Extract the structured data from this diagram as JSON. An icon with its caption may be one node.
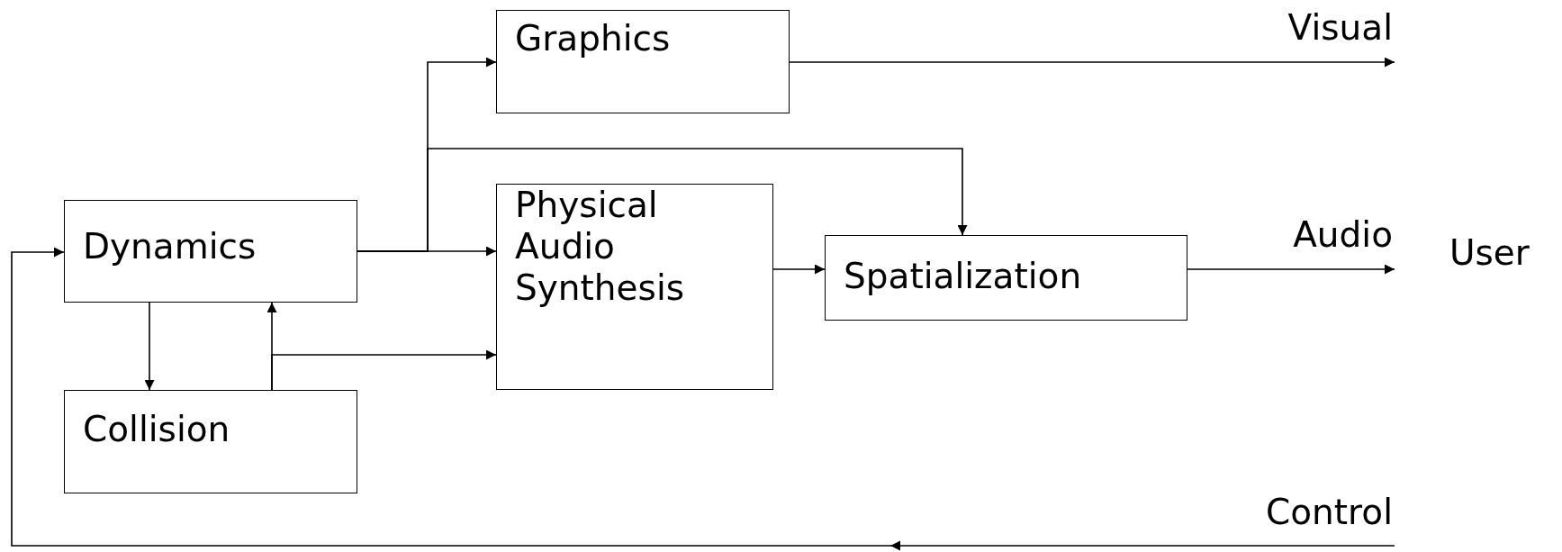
{
  "diagram": {
    "nodes": [
      {
        "text": [
          "Graphics"
        ]
      },
      {
        "text": [
          "Dynamics"
        ]
      },
      {
        "text": [
          "Physical Audio Synthesis"
        ]
      },
      {
        "text": [
          "Spatialization"
        ]
      },
      {
        "text": [
          "Collision"
        ]
      }
    ],
    "edges": [
      {
        "from": 1,
        "to": 0,
        "arrow": "to"
      },
      {
        "from": 1,
        "to": 2,
        "arrow": "to"
      },
      {
        "from": 1,
        "to": 3,
        "arrow": "to"
      },
      {
        "from": 1,
        "to": 4,
        "arrow": "to"
      },
      {
        "from": 4,
        "to": 1,
        "arrow": "to"
      },
      {
        "from": 4,
        "to": 2,
        "arrow": "to"
      },
      {
        "from": 2,
        "to": 3,
        "arrow": "to"
      },
      {
        "from": 0,
        "to": null,
        "arrow": "to",
        "label": "Visual"
      },
      {
        "from": 3,
        "to": null,
        "arrow": "to",
        "label": "Audio"
      },
      {
        "from": null,
        "to": 1,
        "arrow": "to",
        "label": "Control"
      }
    ],
    "labels": [
      "User"
    ]
  }
}
